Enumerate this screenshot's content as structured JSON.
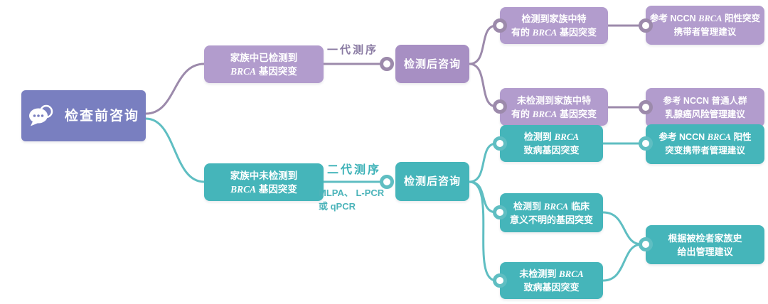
{
  "colors": {
    "root_bg": "#797fc0",
    "purple_light": "#b29ccd",
    "purple_mid": "#a78fc3",
    "purple_line": "#9c8aab",
    "teal_bg": "#45b5ba",
    "teal_line": "#5fbec2",
    "box_text": "#ffffff",
    "sanger_label_text": "#8a7ba3",
    "ngs_label_text": "#3bb1b7"
  },
  "root": {
    "icon": "chat-bubbles-icon",
    "label": "检查前咨询"
  },
  "edge_labels": {
    "sanger": "一代测序",
    "ngs": "二代测序",
    "ngs_methods": [
      [
        {
          "t": "MLPA、 L-PCR"
        }
      ],
      [
        {
          "t": "或 qPCR"
        }
      ]
    ]
  },
  "nodes": {
    "family_detected": {
      "lines": [
        [
          {
            "t": "家族中已检测到"
          }
        ],
        [
          {
            "t": "BRCA",
            "i": true
          },
          {
            "t": " 基因突变"
          }
        ]
      ]
    },
    "post_test_purple": {
      "label": "检测后咨询"
    },
    "specific_detected": {
      "lines": [
        [
          {
            "t": "检测到家族中特"
          }
        ],
        [
          {
            "t": "有的 "
          },
          {
            "t": "BRCA",
            "i": true
          },
          {
            "t": " 基因突变"
          }
        ]
      ]
    },
    "specific_not_detected": {
      "lines": [
        [
          {
            "t": "未检测到家族中特"
          }
        ],
        [
          {
            "t": "有的 "
          },
          {
            "t": "BRCA",
            "i": true
          },
          {
            "t": " 基因突变"
          }
        ]
      ]
    },
    "nccn_brca_positive_purple": {
      "lines": [
        [
          {
            "t": "参考 NCCN "
          },
          {
            "t": "BRCA",
            "i": true
          },
          {
            "t": " 阳性突变",
            "b": true
          }
        ],
        [
          {
            "t": "携带者管理建议"
          }
        ]
      ]
    },
    "nccn_general_population": {
      "lines": [
        [
          {
            "t": "参考 NCCN "
          },
          {
            "t": "普通人群",
            "b": true
          }
        ],
        [
          {
            "t": "乳腺癌风险管理建议"
          }
        ]
      ]
    },
    "family_not_detected": {
      "lines": [
        [
          {
            "t": "家族中未检测到"
          }
        ],
        [
          {
            "t": "BRCA",
            "i": true
          },
          {
            "t": " 基因突变"
          }
        ]
      ]
    },
    "post_test_teal": {
      "label": "检测后咨询"
    },
    "pathogenic_detected": {
      "lines": [
        [
          {
            "t": "检测到 "
          },
          {
            "t": "BRCA",
            "i": true
          }
        ],
        [
          {
            "t": "致病基因突变"
          }
        ]
      ]
    },
    "vus_detected": {
      "lines": [
        [
          {
            "t": "检测到 "
          },
          {
            "t": "BRCA",
            "i": true
          },
          {
            "t": " 临床"
          }
        ],
        [
          {
            "t": "意义不明的基因突变"
          }
        ]
      ]
    },
    "pathogenic_not_detected": {
      "lines": [
        [
          {
            "t": "未检测到 "
          },
          {
            "t": "BRCA",
            "i": true
          }
        ],
        [
          {
            "t": "致病基因突变"
          }
        ]
      ]
    },
    "nccn_brca_positive_teal": {
      "lines": [
        [
          {
            "t": "参考 NCCN "
          },
          {
            "t": "BRCA",
            "i": true
          },
          {
            "t": " 阳性",
            "b": true
          }
        ],
        [
          {
            "t": "突变携带者管理建议"
          }
        ]
      ]
    },
    "family_history_advice": {
      "lines": [
        [
          {
            "t": "根据被检者家族史"
          }
        ],
        [
          {
            "t": "给出管理建议"
          }
        ]
      ]
    }
  }
}
